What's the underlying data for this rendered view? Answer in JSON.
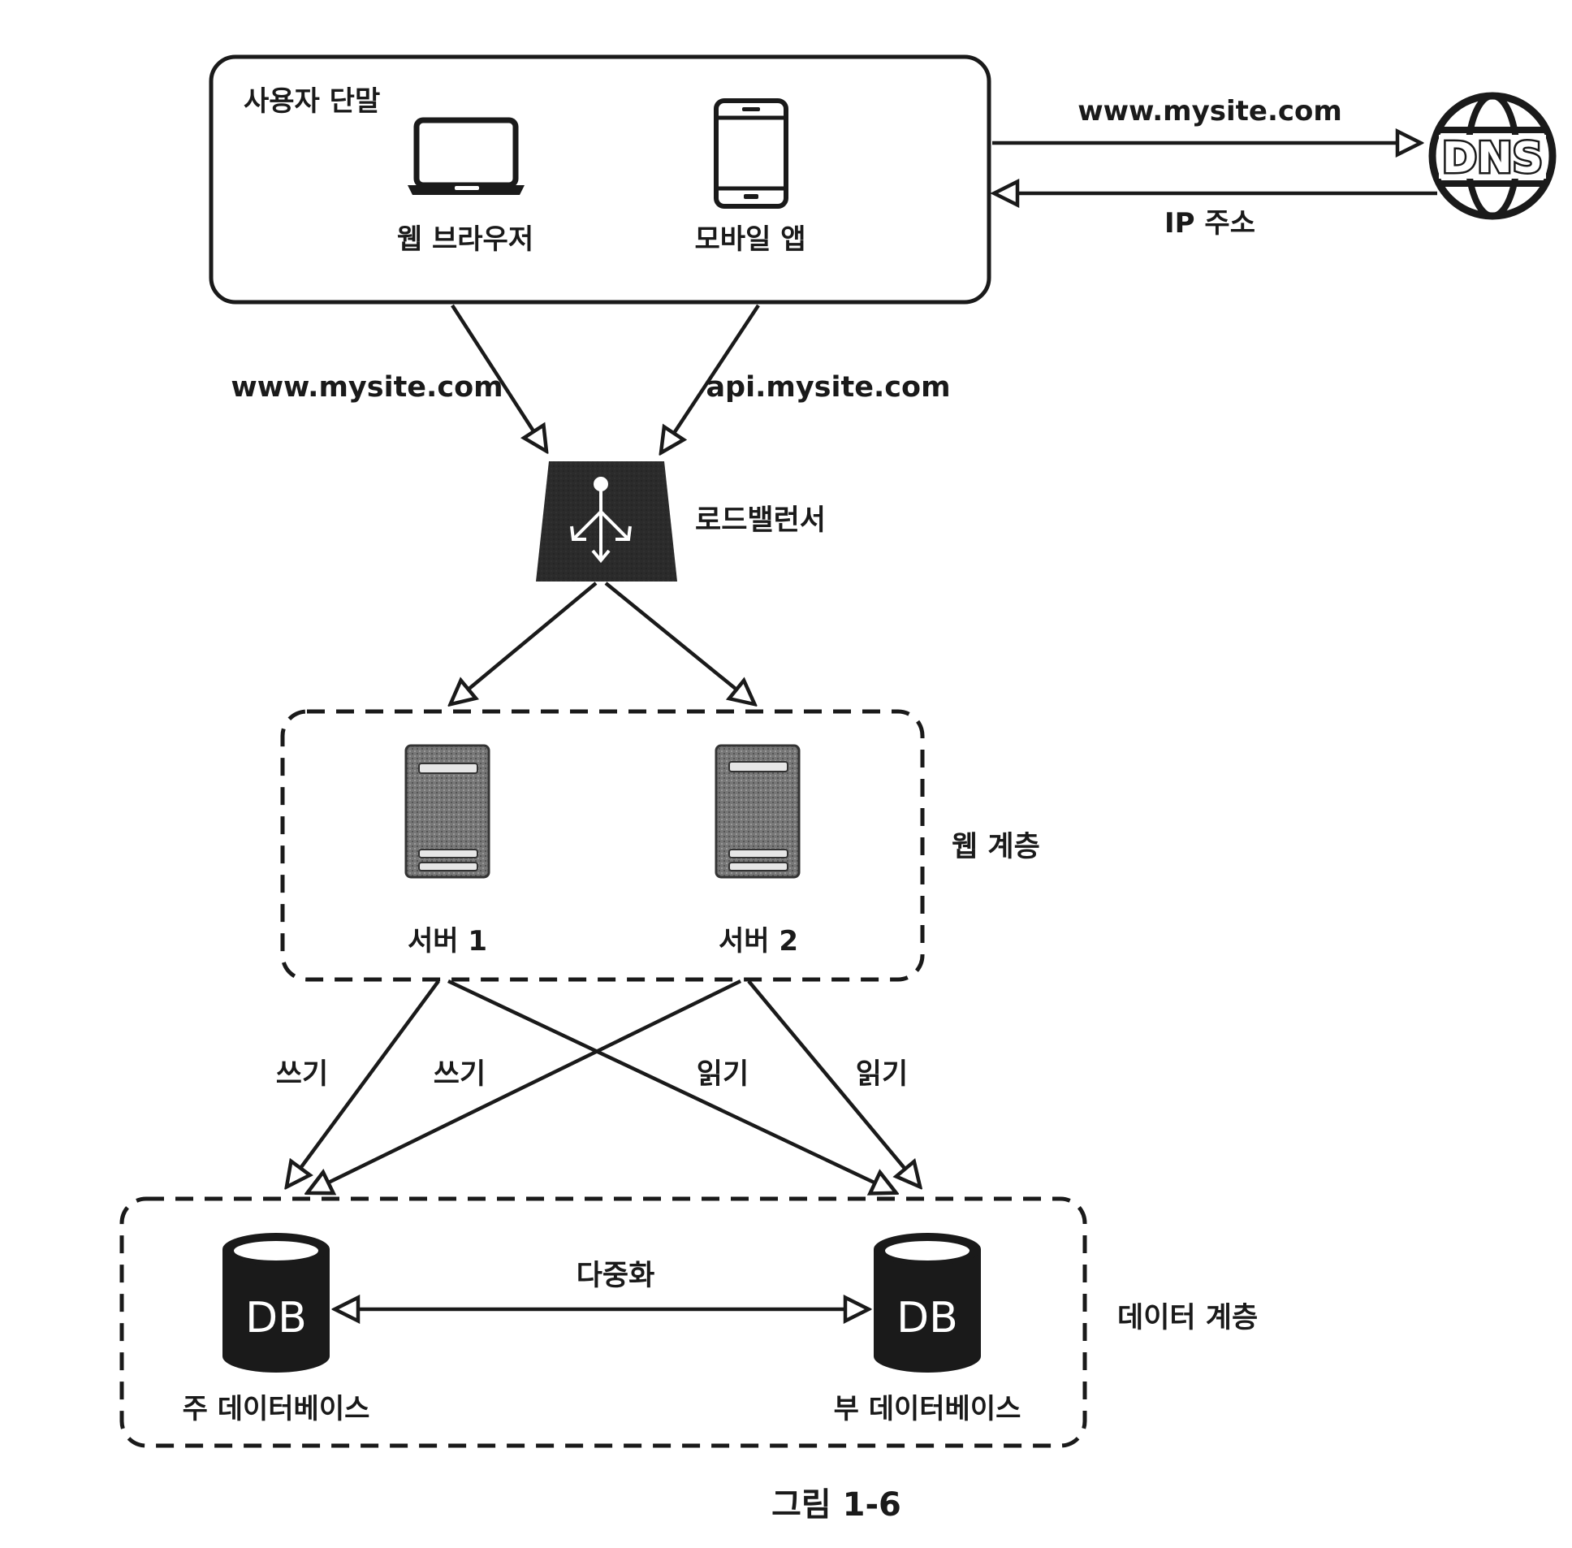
{
  "client_box": {
    "title": "사용자 단말"
  },
  "devices": {
    "web_browser": "웹 브라우저",
    "mobile_app": "모바일 앱"
  },
  "dns": {
    "icon_text": "DNS",
    "request_label": "www.mysite.com",
    "response_label": "IP 주소"
  },
  "routes": {
    "web_domain": "www.mysite.com",
    "api_domain": "api.mysite.com"
  },
  "load_balancer": {
    "label": "로드밸런서"
  },
  "web_tier": {
    "label": "웹 계층",
    "servers": [
      "서버 1",
      "서버 2"
    ]
  },
  "db_edges": {
    "write_1": "쓰기",
    "write_2": "쓰기",
    "read_1": "읽기",
    "read_2": "읽기"
  },
  "data_tier": {
    "label": "데이터 계층",
    "replication": "다중화",
    "db_icon_text": "DB",
    "master": "주 데이터베이스",
    "slave": "부 데이터베이스"
  },
  "caption": "그림 1-6"
}
